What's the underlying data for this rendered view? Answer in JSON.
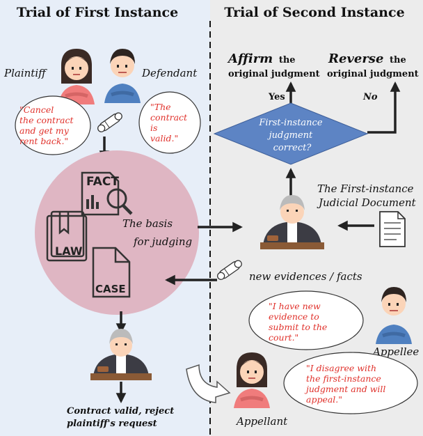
{
  "left_panel": {
    "title": "Trial of First Instance",
    "plaintiff_label": "Plaintiff",
    "defendant_label": "Defendant",
    "plaintiff_quote": [
      "\"Cancel",
      "the contract",
      "and get my",
      "rent back.\""
    ],
    "defendant_quote": [
      "\"The",
      "contract",
      "is",
      "valid.\""
    ],
    "evidence_label": "evidence",
    "basis_label": [
      "The basis",
      "for judging"
    ],
    "icon_labels": {
      "fact": "FACT",
      "law": "LAW",
      "case": "CASE"
    },
    "verdict": [
      "Contract valid, reject",
      "plaintiff's request"
    ]
  },
  "right_panel": {
    "title": "Trial of Second Instance",
    "affirm_word": "Affirm",
    "affirm_rest": "the",
    "affirm_line2": "original judgment",
    "reverse_word": "Reverse",
    "reverse_rest": "the",
    "reverse_line2": "original judgment",
    "yes_label": "Yes",
    "no_label": "No",
    "decision": [
      "First-instance",
      "judgment",
      "correct?"
    ],
    "document_label": [
      "The First-instance",
      "Judicial Document"
    ],
    "new_evidence_label": "new evidences / facts",
    "appellee_quote": [
      "\"I have new",
      "evidence to",
      "submit to the",
      "court.\""
    ],
    "appellee_label": "Appellee",
    "appellant_quote": [
      "\"I disagree with",
      "the first-instance",
      "judgment and will",
      "appeal.\""
    ],
    "appellant_label": "Appellant"
  },
  "colors": {
    "left_bg": "#e7eef8",
    "right_bg": "#ececec",
    "circle": "#dfb6c3",
    "diamond": "#5d84c4",
    "quote_text": "#e0302a"
  }
}
